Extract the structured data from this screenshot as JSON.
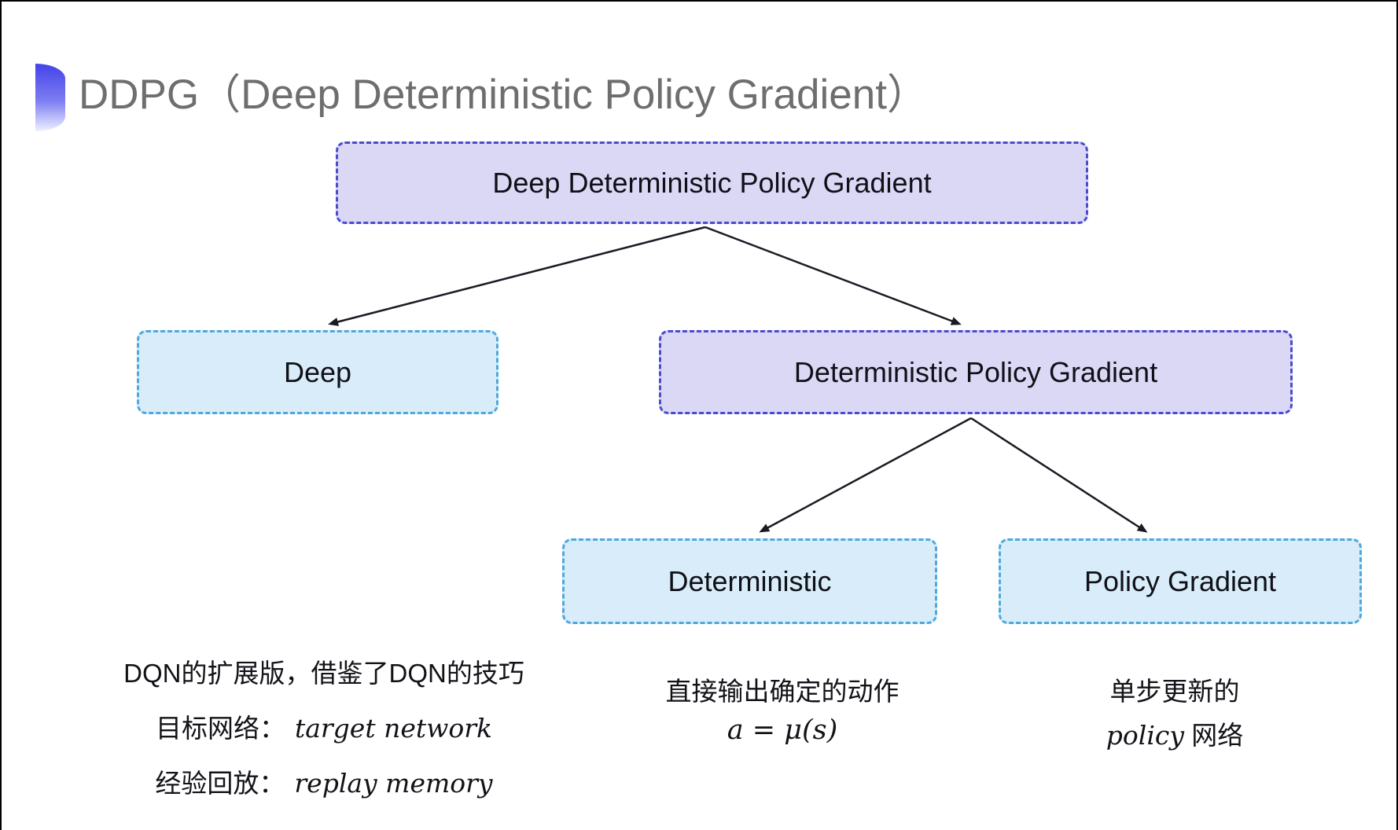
{
  "title": {
    "text": "DDPG（Deep Deterministic Policy Gradient）"
  },
  "tree": {
    "root": {
      "label": "Deep Deterministic Policy Gradient"
    },
    "deep": {
      "label": "Deep"
    },
    "dpg": {
      "label": "Deterministic Policy Gradient"
    },
    "det": {
      "label": "Deterministic"
    },
    "pg": {
      "label": "Policy Gradient"
    }
  },
  "notes": {
    "deep": {
      "line1": "DQN的扩展版，借鉴了DQN的技巧",
      "line2_label": "目标网络：",
      "line2_term": "target network",
      "line3_label": "经验回放：",
      "line3_term": "replay memory"
    },
    "det": {
      "line1": "直接输出确定的动作",
      "formula": "a = μ(s)"
    },
    "pg": {
      "line1": "单步更新的",
      "line2_term": "policy",
      "line2_suffix": " 网络"
    }
  },
  "colors": {
    "lavender_fill": "#dbd8f5",
    "lavender_border": "#4b4bcd",
    "cyan_fill": "#d8edf9",
    "cyan_border": "#4fa8dc",
    "node_text": "#101018",
    "title_color": "#6e6e6e",
    "arrow_color": "#1a1a24",
    "deco_top": "#4343e9",
    "deco_mid": "#7d7df2",
    "deco_bottom": "#eef0ff"
  }
}
